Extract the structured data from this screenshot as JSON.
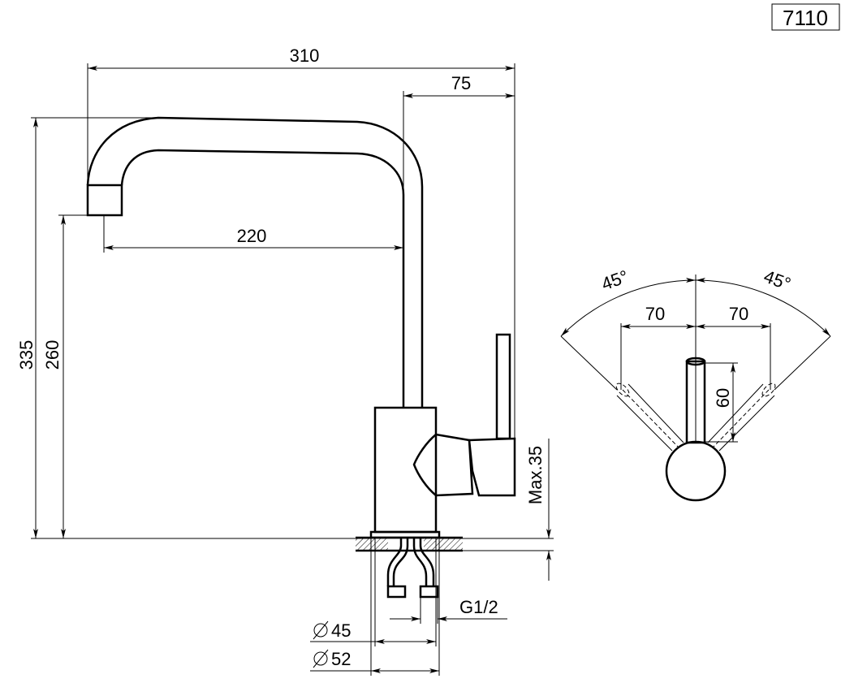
{
  "model_number": "7110",
  "side_view": {
    "overall_width": "310",
    "spout_offset": "75",
    "spout_reach": "220",
    "overall_height": "335",
    "spout_height": "260",
    "max_counter_thickness": "Max.35",
    "connection_thread": "G1/2",
    "base_diameter_inner": "45",
    "base_diameter_outer": "52"
  },
  "top_view": {
    "angle_left": "45°",
    "angle_right": "45°",
    "lever_swing_left": "70",
    "lever_swing_right": "70",
    "lever_length": "60"
  }
}
